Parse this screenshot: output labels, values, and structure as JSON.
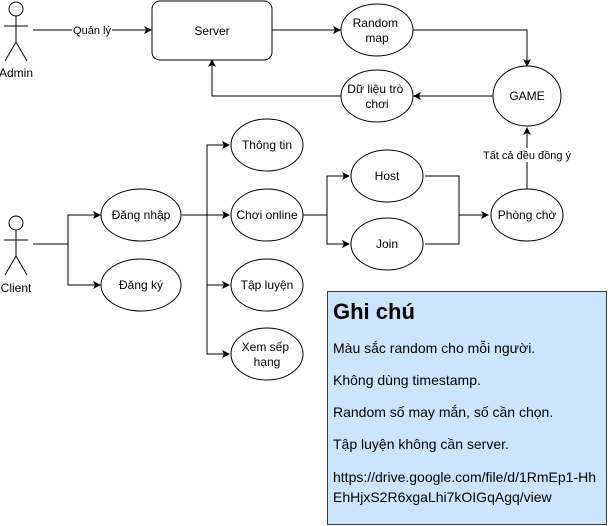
{
  "actors": {
    "admin": "Admin",
    "client": "Client"
  },
  "nodes": {
    "server": "Server",
    "random_map": [
      "Random",
      "map"
    ],
    "game": "GAME",
    "du_lieu": [
      "Dữ liệu trò",
      "chơi"
    ],
    "thong_tin": "Thông tin",
    "dang_nhap": "Đăng nhập",
    "choi_online": "Chơi online",
    "host": "Host",
    "join": "Join",
    "phong_cho": "Phòng chờ",
    "dang_ky": "Đăng ký",
    "tap_luyen": "Tập luyện",
    "xem_sep_hang": [
      "Xem sếp",
      "hạng"
    ]
  },
  "edge_labels": {
    "admin_server": "Quản lý",
    "phong_cho_game": "Tất cả đều đồng ý"
  },
  "note": {
    "title": "Ghi chú",
    "lines": [
      "Màu sắc random cho mỗi người.",
      "Không dùng timestamp.",
      "Random số may mắn, số cần chọn.",
      "Tập luyện không cần server."
    ],
    "link": "https://drive.google.com/file/d/1RmEp1-HhEhHjxS2R6xgaLhi7kOIGqAgq/view",
    "background": "#cce5ff"
  }
}
